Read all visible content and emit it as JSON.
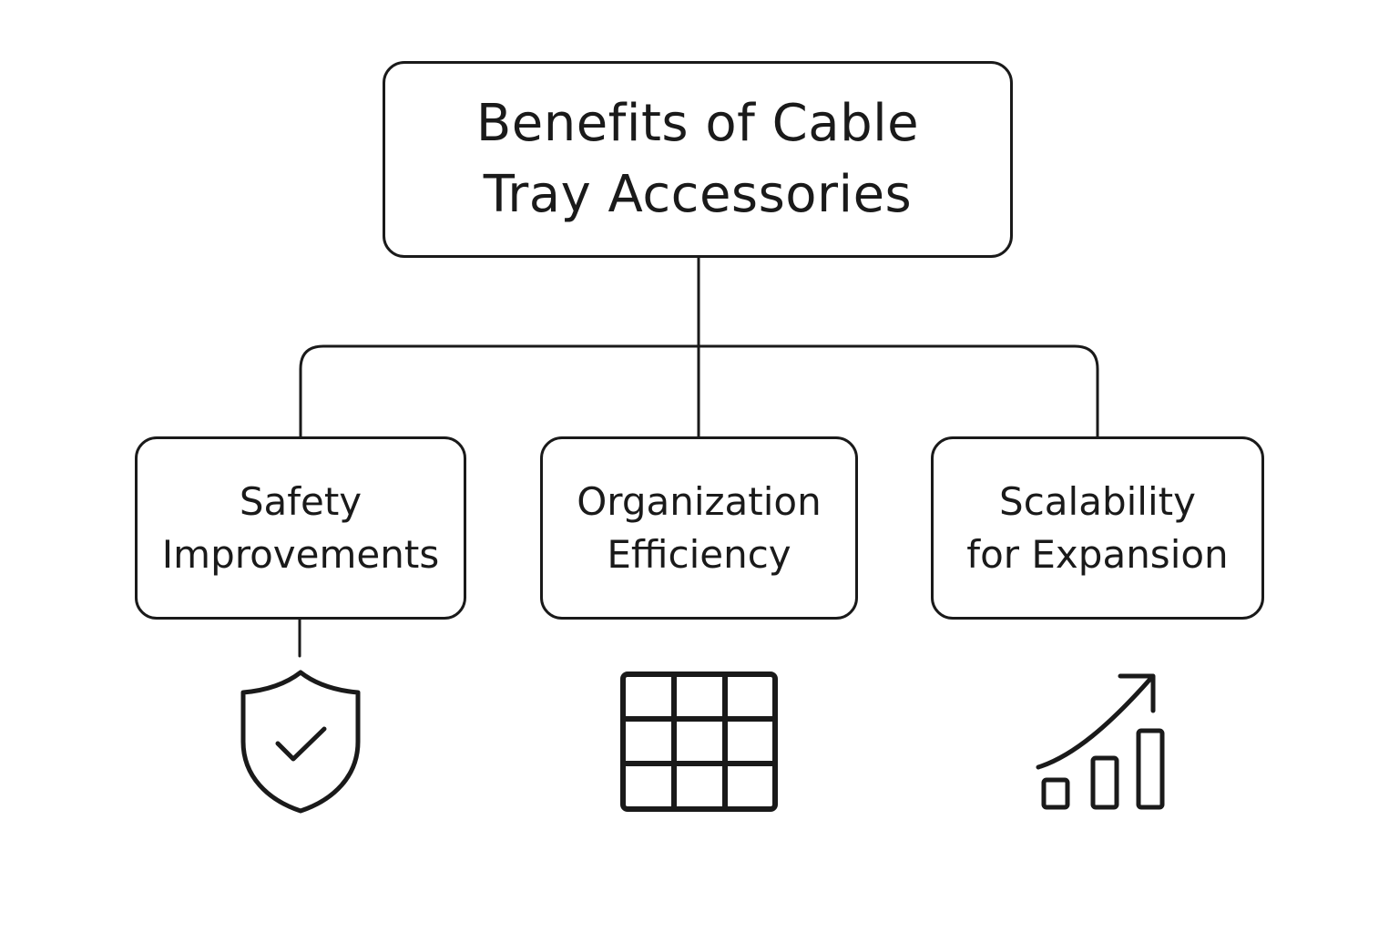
{
  "root": {
    "label_line1": "Benefits of Cable",
    "label_line2": "Tray Accessories"
  },
  "children": [
    {
      "label_line1": "Safety",
      "label_line2": "Improvements",
      "icon": "shield-check-icon"
    },
    {
      "label_line1": "Organization",
      "label_line2": "Efficiency",
      "icon": "grid-icon"
    },
    {
      "label_line1": "Scalability",
      "label_line2": "for Expansion",
      "icon": "growth-chart-icon"
    }
  ],
  "colors": {
    "stroke": "#1a1a1a",
    "background": "#ffffff"
  }
}
